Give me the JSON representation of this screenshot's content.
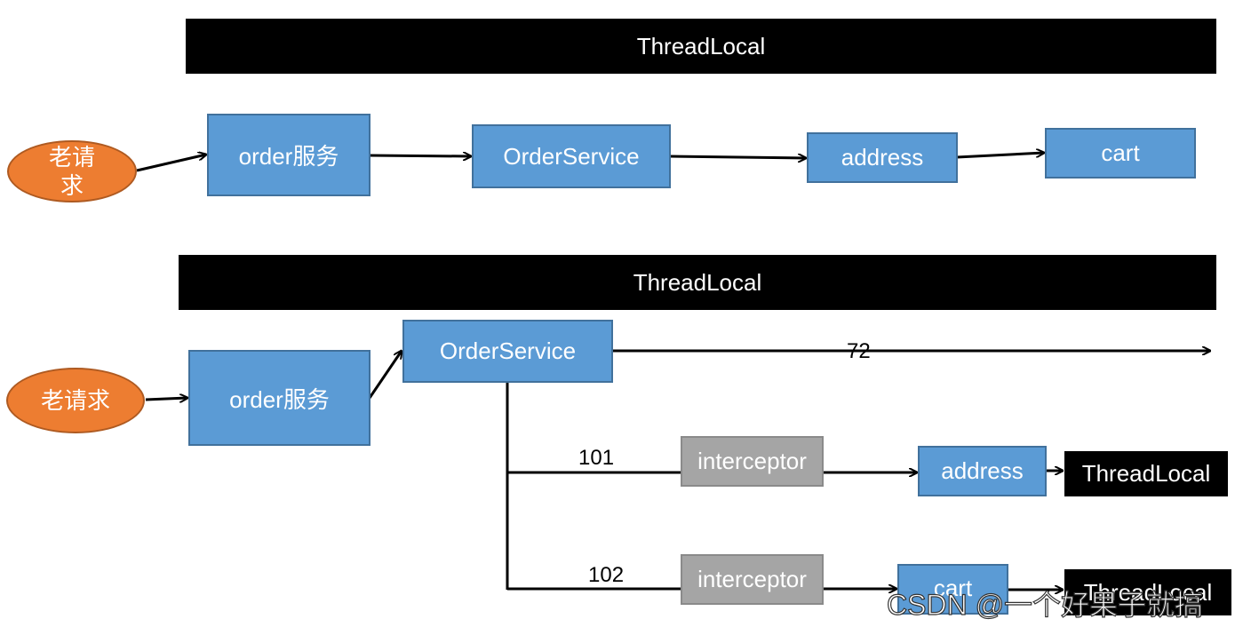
{
  "top": {
    "bar_label": "ThreadLocal",
    "request_label": "老请\n求",
    "order_service_cn": "order服务",
    "order_service": "OrderService",
    "address": "address",
    "cart": "cart"
  },
  "bottom": {
    "bar_label": "ThreadLocal",
    "request_label": "老请求",
    "order_service_cn": "order服务",
    "order_service": "OrderService",
    "branch_main_label": "72",
    "branch1_label": "101",
    "branch2_label": "102",
    "interceptor1": "interceptor",
    "interceptor2": "interceptor",
    "address": "address",
    "cart": "cart",
    "threadlocal1": "ThreadLocal",
    "threadlocal2": "ThreadLocal"
  },
  "watermark": "CSDN @一个好果子就搞"
}
